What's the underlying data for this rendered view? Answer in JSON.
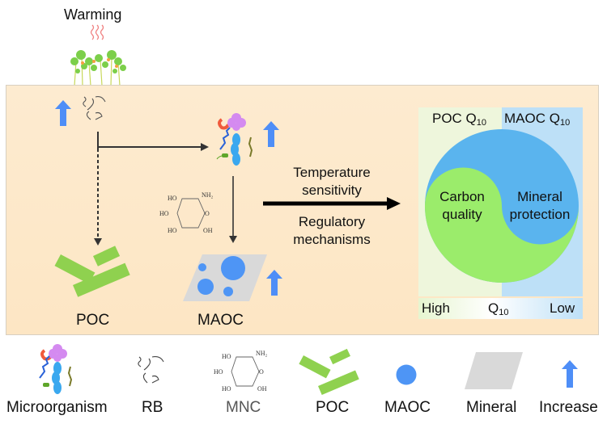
{
  "top": {
    "warming_label": "Warming"
  },
  "main": {
    "poc_label": "POC",
    "maoc_label": "MAOC",
    "process_top": [
      "Temperature",
      "sensitivity"
    ],
    "process_bottom": [
      "Regulatory",
      "mechanisms"
    ]
  },
  "q10_panel": {
    "left_header": "POC Q",
    "right_header": "MAOC Q",
    "subscript": "10",
    "left_region": [
      "Carbon",
      "quality"
    ],
    "right_region": [
      "Mineral",
      "protection"
    ],
    "scale_high": "High",
    "scale_mid": "Q",
    "scale_low": "Low"
  },
  "mnc_structure": {
    "ho1": "HO",
    "ho2": "HO",
    "ho3": "HO",
    "nh2": "NH",
    "o": "O",
    "oh": "OH"
  },
  "legend": [
    {
      "label": "Microorganism",
      "icon": "microorganism-icon"
    },
    {
      "label": "RB",
      "icon": "rb-icon"
    },
    {
      "label": "MNC",
      "icon": "mnc-icon"
    },
    {
      "label": "POC",
      "icon": "poc-icon"
    },
    {
      "label": "MAOC",
      "icon": "maoc-icon"
    },
    {
      "label": "Mineral",
      "icon": "mineral-icon"
    },
    {
      "label": "Increase",
      "icon": "increase-arrow-icon"
    }
  ],
  "colors": {
    "panel_bg": "#fde9cc",
    "poc_green": "#8fd14f",
    "maoc_blue": "#4e95f5",
    "mineral_gray": "#d9d9d9",
    "increase_blue": "#4e8ef7",
    "circle_blue": "#5ab4ee",
    "circle_green": "#9bec6b"
  }
}
